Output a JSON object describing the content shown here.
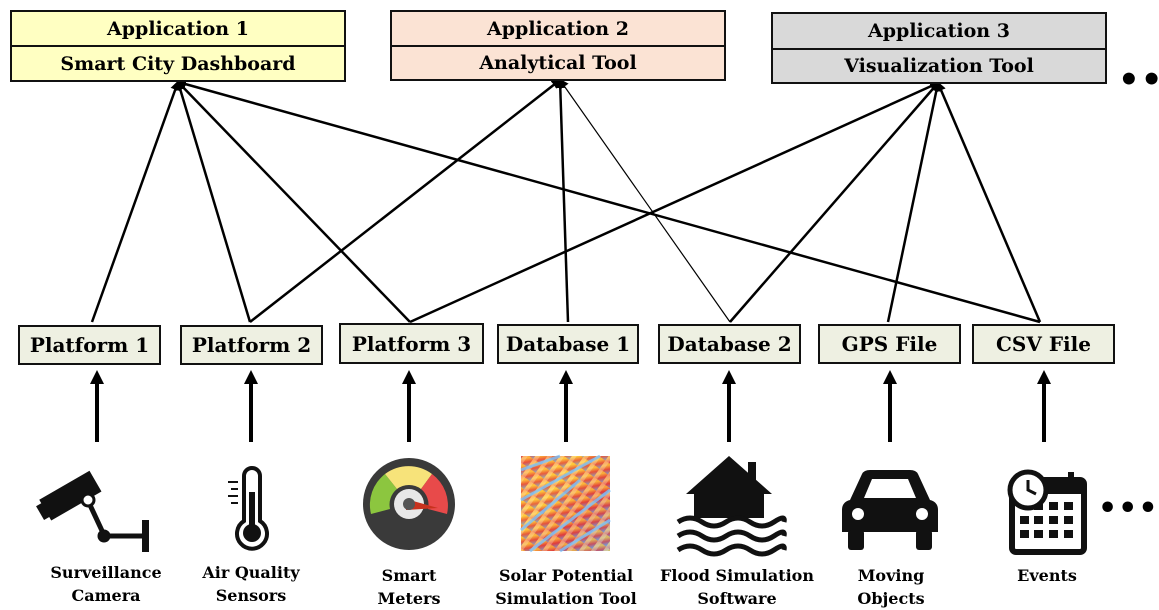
{
  "applications": [
    {
      "name": "Application 1",
      "tool": "Smart City Dashboard",
      "color": "#ffffc2"
    },
    {
      "name": "Application 2",
      "tool": "Analytical Tool",
      "color": "#fbe3d4"
    },
    {
      "name": "Application 3",
      "tool": "Visualization Tool",
      "color": "#d9d9d9"
    }
  ],
  "sources": [
    "Platform 1",
    "Platform 2",
    "Platform 3",
    "Database 1",
    "Database 2",
    "GPS File",
    "CSV File"
  ],
  "devices": [
    {
      "label1": "Surveillance",
      "label2": "Camera",
      "icon": "surveillance-camera-icon"
    },
    {
      "label1": "Air Quality",
      "label2": "Sensors",
      "icon": "thermometer-icon"
    },
    {
      "label1": "Smart",
      "label2": "Meters",
      "icon": "gauge-icon"
    },
    {
      "label1": "Solar Potential",
      "label2": "Simulation Tool",
      "icon": "solar-map-icon"
    },
    {
      "label1": "Flood Simulation",
      "label2": "Software",
      "icon": "flooded-house-icon"
    },
    {
      "label1": "Moving",
      "label2": "Objects",
      "icon": "car-icon"
    },
    {
      "label1": "Events",
      "label2": "",
      "icon": "calendar-icon"
    }
  ],
  "ellipsis": "•••",
  "colors": {
    "source_fill": "#eef0e2",
    "line": "#000000"
  }
}
